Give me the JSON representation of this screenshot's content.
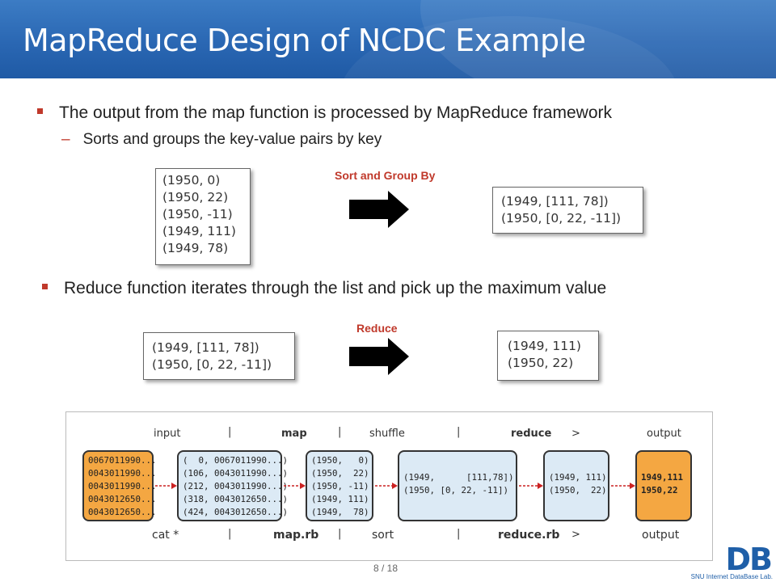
{
  "title": "MapReduce Design of NCDC Example",
  "bullets": [
    "The output from the map function is processed by MapReduce framework",
    "Reduce function iterates through the list and pick up the maximum value"
  ],
  "sub_bullets": [
    "Sorts and groups the key-value pairs by key"
  ],
  "sort_section": {
    "arrow_label": "Sort and Group By",
    "input_lines": [
      "(1950, 0)",
      "(1950, 22)",
      "(1950, -11)",
      "(1949, 111)",
      "(1949, 78)"
    ],
    "output_lines": [
      "(1949, [111, 78])",
      "(1950, [0, 22, -11])"
    ]
  },
  "reduce_section": {
    "arrow_label": "Reduce",
    "input_lines": [
      "(1949, [111, 78])",
      "(1950, [0, 22, -11])"
    ],
    "output_lines": [
      "(1949, 111)",
      "(1950, 22)"
    ]
  },
  "diagram": {
    "top_labels": [
      "input",
      "|",
      "map",
      "|",
      "shuffle",
      "|",
      "reduce",
      ">",
      "output"
    ],
    "bottom_labels": [
      "cat *",
      "|",
      "map.rb",
      "|",
      "sort",
      "|",
      "reduce.rb",
      ">",
      "output"
    ],
    "input_lines": [
      "0067011990...",
      "0043011990...",
      "0043011990...",
      "0043012650...",
      "0043012650..."
    ],
    "map_lines": [
      "(  0, 0067011990...)",
      "(106, 0043011990...)",
      "(212, 0043011990...)",
      "(318, 0043012650...)",
      "(424, 0043012650...)"
    ],
    "shuffle_lines": [
      "(1950,   0)",
      "(1950,  22)",
      "(1950, -11)",
      "(1949, 111)",
      "(1949,  78)"
    ],
    "grouped_lines": [
      "(1949,      [111,78])",
      "(1950, [0, 22, -11])"
    ],
    "reduce_lines": [
      "(1949, 111)",
      "(1950,  22)"
    ],
    "output_lines": [
      "1949,111",
      "1950,22"
    ]
  },
  "page_number": "8 / 18",
  "logo": {
    "letters": "DB",
    "lab_name": "SNU Internet DataBase Lab."
  },
  "colors": {
    "header": "#2a67b3",
    "accent_red": "#c0392b",
    "orange": "#f4a742",
    "light_blue": "#dceaf5"
  }
}
